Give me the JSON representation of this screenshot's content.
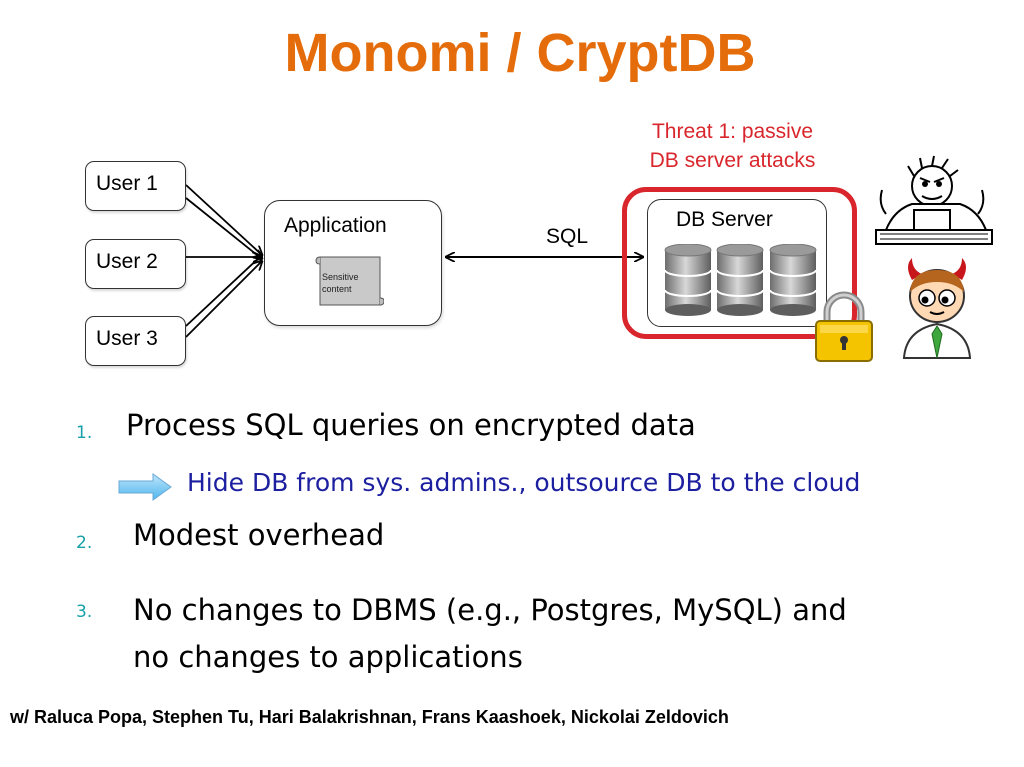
{
  "slide": {
    "title": "Monomi / CryptDB",
    "users": [
      "User 1",
      "User 2",
      "User 3"
    ],
    "application_label": "Application",
    "document_label_line1": "Sensitive",
    "document_label_line2": "content",
    "sql_label": "SQL",
    "db_server_label": "DB Server",
    "threat_line1": "Threat 1: passive",
    "threat_line2": "DB server attacks",
    "points": [
      {
        "num": "1.",
        "text": "Process SQL queries on encrypted data"
      },
      {
        "num": "2.",
        "text": "Modest overhead"
      },
      {
        "num": "3.",
        "text_line1": "No changes to DBMS (e.g., Postgres, MySQL) and",
        "text_line2": "no changes to applications"
      }
    ],
    "sub_point": "Hide DB from sys. admins., outsource DB to the cloud",
    "footer": "w/ Raluca Popa, Stephen Tu, Hari Balakrishnan, Frans Kaashoek, Nickolai Zeldovich"
  },
  "colors": {
    "title": "#e46c0a",
    "threat": "#d9262c",
    "sub_point": "#1c1f9f",
    "numbers": "#17a0a8",
    "lock": "#f5c400"
  },
  "icons": [
    "document-scroll-icon",
    "database-cylinder-icon",
    "padlock-icon",
    "angry-admin-icon",
    "devil-admin-icon",
    "right-arrow-icon"
  ]
}
